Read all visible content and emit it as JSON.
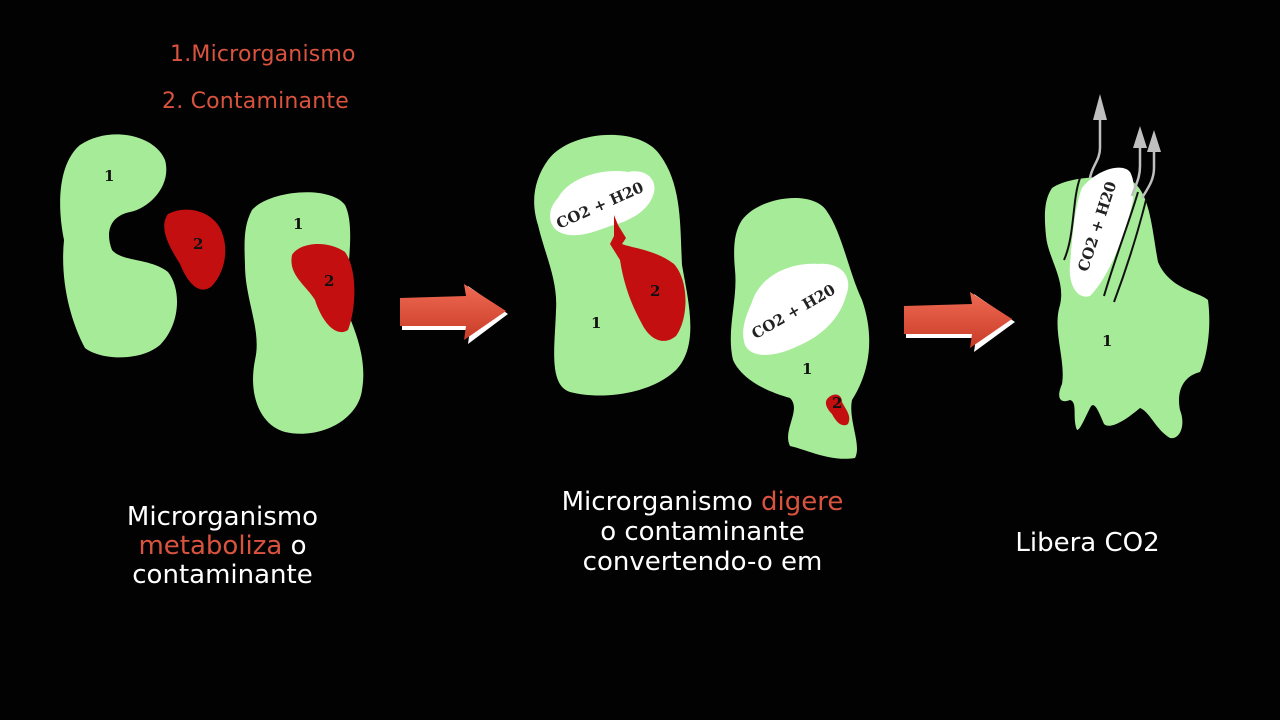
{
  "legend": {
    "item1": "1.Microrganismo",
    "item2": "2. Contaminante"
  },
  "labels": {
    "microorganism": "1",
    "contaminant": "2",
    "product": "CO2 + H20",
    "product_spaced": "CO2  +  H20"
  },
  "captions": {
    "step1": {
      "line1": "Microrganismo",
      "highlight": "metaboliza",
      "rest2": " o",
      "line3": "contaminante"
    },
    "step2": {
      "line1_pre": "Microrganismo ",
      "highlight": "digere",
      "line2": "o contaminante",
      "line3": "convertendo-o em"
    },
    "step3": {
      "line1": "Libera CO2"
    }
  },
  "colors": {
    "microorganism": "#a6eb98",
    "contaminant": "#c30f0f",
    "arrow": "#e2503a",
    "highlight": "#d9533f",
    "background": "#020202"
  }
}
